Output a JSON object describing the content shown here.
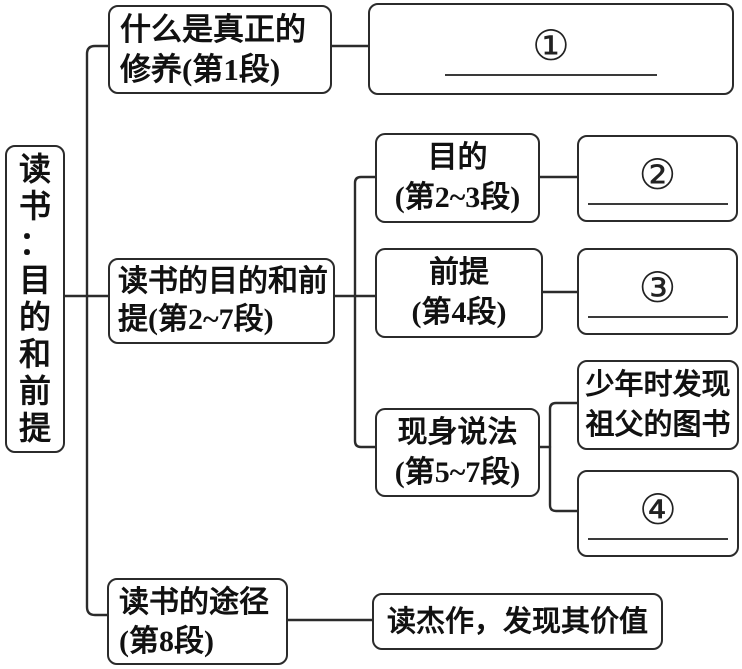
{
  "colors": {
    "line": "#2b2b2b",
    "background": "#ffffff",
    "text": "#111111"
  },
  "root": {
    "label": "读书：目的和前提"
  },
  "branch1": {
    "node": {
      "line1": "什么是真正的",
      "line2": "修养(第1段)"
    },
    "answer": {
      "symbol": "①"
    }
  },
  "branch2": {
    "node": {
      "line1": "读书的目的和前",
      "line2": "提(第2~7段)"
    },
    "children": [
      {
        "node": {
          "line1": "目的",
          "line2": "(第2~3段)"
        },
        "answer": {
          "symbol": "②"
        }
      },
      {
        "node": {
          "line1": "前提",
          "line2": "(第4段)"
        },
        "answer": {
          "symbol": "③"
        }
      },
      {
        "node": {
          "line1": "现身说法",
          "line2": "(第5~7段)"
        },
        "children": [
          {
            "node": {
              "line1": "少年时发现",
              "line2": "祖父的图书"
            }
          },
          {
            "answer": {
              "symbol": "④"
            }
          }
        ]
      }
    ]
  },
  "branch3": {
    "node": {
      "line1": "读书的途径",
      "line2": "(第8段)"
    },
    "answer": {
      "label": "读杰作，发现其价值"
    }
  }
}
